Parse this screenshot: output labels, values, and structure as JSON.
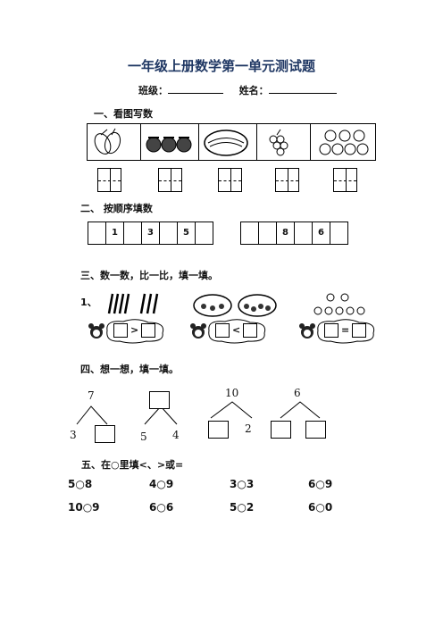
{
  "title": "一年级上册数学第一单元测试题",
  "info": {
    "class_label": "班级：",
    "name_label": "姓名："
  },
  "sections": {
    "s1": "一、看图写数",
    "s2": "二、  按顺序填数",
    "s3": "三、数一数，比一比，填一填。",
    "s3_item": "1、",
    "s4": "四、想一想，填一填。",
    "s5": "五、在○里填<、>或="
  },
  "sequence_a": [
    "",
    "1",
    "",
    "3",
    "",
    "5",
    ""
  ],
  "sequence_b": [
    "",
    "",
    "8",
    "",
    "6",
    ""
  ],
  "compare_signs": [
    ">",
    "<",
    "="
  ],
  "trees": [
    {
      "top": "7",
      "left": "3",
      "right": ""
    },
    {
      "top": "",
      "left": "5",
      "right": "4"
    },
    {
      "top": "10",
      "left": "",
      "right": "2"
    },
    {
      "top": "6",
      "left": "",
      "right": ""
    }
  ],
  "compare_rows": [
    [
      "5○8",
      "4○9",
      "3○3",
      "6○9"
    ],
    [
      "10○9",
      "6○6",
      "5○2",
      "6○0"
    ]
  ]
}
